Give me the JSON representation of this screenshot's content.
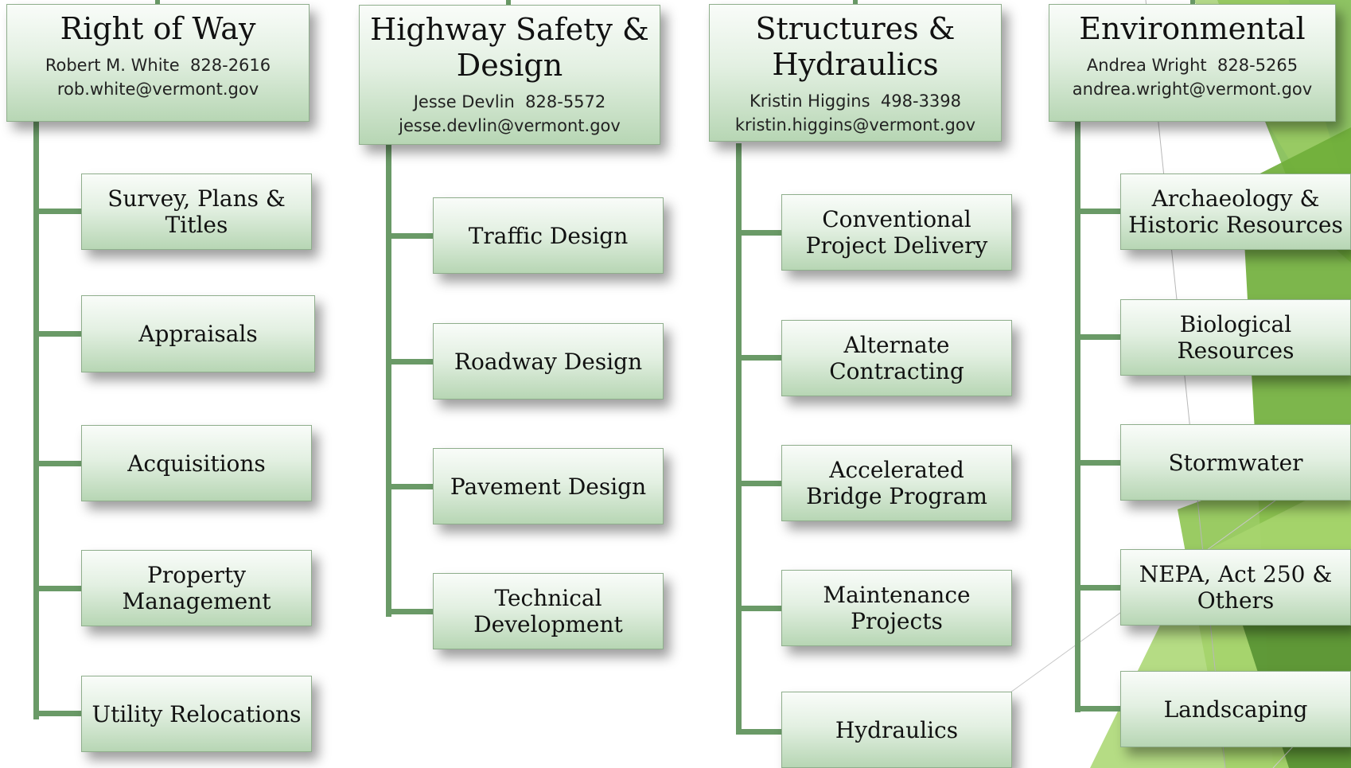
{
  "columns": [
    {
      "title": "Right of Way",
      "contact_name_phone": "Robert M. White  828-2616",
      "email": "rob.white@vermont.gov",
      "sections": [
        {
          "label": "Survey, Plans &\nTitles"
        },
        {
          "label": "Appraisals"
        },
        {
          "label": "Acquisitions"
        },
        {
          "label": "Property\nManagement"
        },
        {
          "label": "Utility Relocations"
        }
      ]
    },
    {
      "title": "Highway Safety &\nDesign",
      "contact_name_phone": "Jesse Devlin  828-5572",
      "email": "jesse.devlin@vermont.gov",
      "sections": [
        {
          "label": "Traffic Design"
        },
        {
          "label": "Roadway Design"
        },
        {
          "label": "Pavement Design"
        },
        {
          "label": "Technical\nDevelopment"
        }
      ]
    },
    {
      "title": "Structures &\nHydraulics",
      "contact_name_phone": "Kristin Higgins  498-3398",
      "email": "kristin.higgins@vermont.gov",
      "sections": [
        {
          "label": "Conventional\nProject Delivery"
        },
        {
          "label": "Alternate\nContracting"
        },
        {
          "label": "Accelerated\nBridge Program"
        },
        {
          "label": "Maintenance\nProjects"
        },
        {
          "label": "Hydraulics"
        }
      ]
    },
    {
      "title": "Environmental",
      "contact_name_phone": "Andrea Wright  828-5265",
      "email": "andrea.wright@vermont.gov",
      "sections": [
        {
          "label": "Archaeology &\nHistoric Resources"
        },
        {
          "label": "Biological\nResources"
        },
        {
          "label": "Stormwater"
        },
        {
          "label": "NEPA, Act 250 &\nOthers"
        },
        {
          "label": "Landscaping"
        }
      ]
    }
  ],
  "colors": {
    "connector": "#6a9a67",
    "box_top": "#f9fcf9",
    "box_bottom": "#b7d6b4",
    "accent_green": "#6fae38"
  }
}
